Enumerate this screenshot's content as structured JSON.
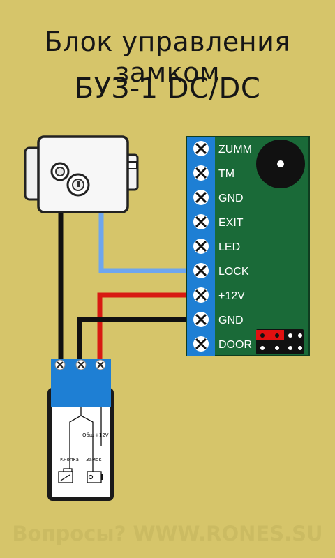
{
  "title": {
    "line1": "Блок управления замком",
    "line2": "БУЗ-1 DC/DC"
  },
  "board": {
    "terminals": [
      "ZUMM",
      "TM",
      "GND",
      "EXIT",
      "LED",
      "LOCK",
      "+12V",
      "GND",
      "DOOR"
    ],
    "buzzer_icon": "buzzer-icon",
    "jumper_icon": "jumper-icon"
  },
  "module": {
    "label_common": "Общ",
    "label_power": "+12V",
    "label_button": "Кнопка",
    "label_lock": "Замок"
  },
  "colors": {
    "background": "#d6c56a",
    "board": "#1a6a38",
    "terminal_block": "#1e7fd4",
    "wire_black": "#111111",
    "wire_red": "#d81a12",
    "wire_blue": "#6ea6ef",
    "jumper": "#e01010"
  },
  "footer": "Вопросы? WWW.RONES.SU"
}
